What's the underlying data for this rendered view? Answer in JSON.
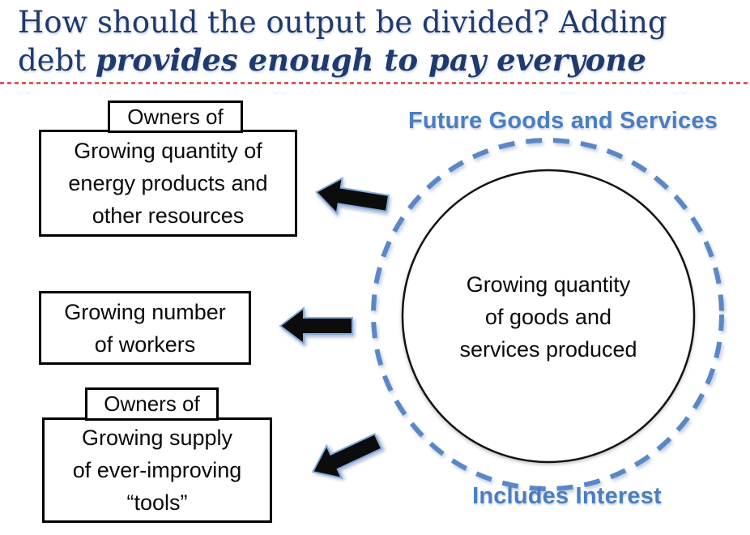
{
  "slide": {
    "title": {
      "line1": "How should the output be divided? Adding",
      "line2_normal": "debt ",
      "line2_emphasis": "provides enough to pay everyone"
    },
    "boxes": {
      "energy": {
        "owner_label": "Owners of",
        "lines": [
          "Growing quantity of",
          "energy products and",
          "other resources"
        ]
      },
      "workers": {
        "lines": [
          "Growing number",
          "of workers"
        ]
      },
      "tools": {
        "owner_label": "Owners of",
        "lines": [
          "Growing supply",
          "of ever-improving",
          "“tools”"
        ]
      }
    },
    "circle": {
      "top_label": "Future Goods and Services",
      "lines": [
        "Growing quantity",
        "of goods and",
        "services produced"
      ],
      "bottom_label": "Includes Interest"
    },
    "colors": {
      "title_navy": "#1e3a6e",
      "label_blue": "#4a7ec0",
      "dash_blue": "#5b88c4",
      "circle_stroke_black": "#121212",
      "rule_red": "#d0605a",
      "arrow_fill": "#0c0c0c",
      "arrow_edge": "#84aede"
    }
  }
}
